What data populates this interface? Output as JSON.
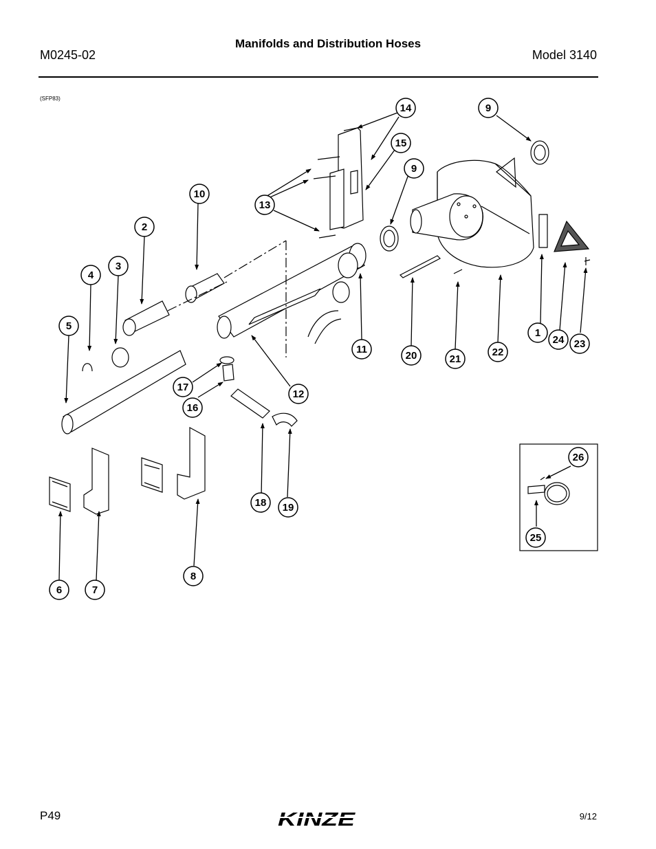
{
  "header": {
    "doc_number": "M0245-02",
    "title": "Manifolds and Distribution Hoses",
    "model": "Model 3140"
  },
  "figure": {
    "code": "(SFP83)",
    "callouts": [
      "14",
      "9",
      "15",
      "9",
      "10",
      "13",
      "2",
      "3",
      "4",
      "11",
      "20",
      "21",
      "22",
      "1",
      "24",
      "23",
      "5",
      "17",
      "12",
      "16",
      "18",
      "19",
      "26",
      "6",
      "7",
      "8",
      "25"
    ]
  },
  "footer": {
    "page": "P49",
    "brand": "KINZE",
    "date": "9/12"
  }
}
